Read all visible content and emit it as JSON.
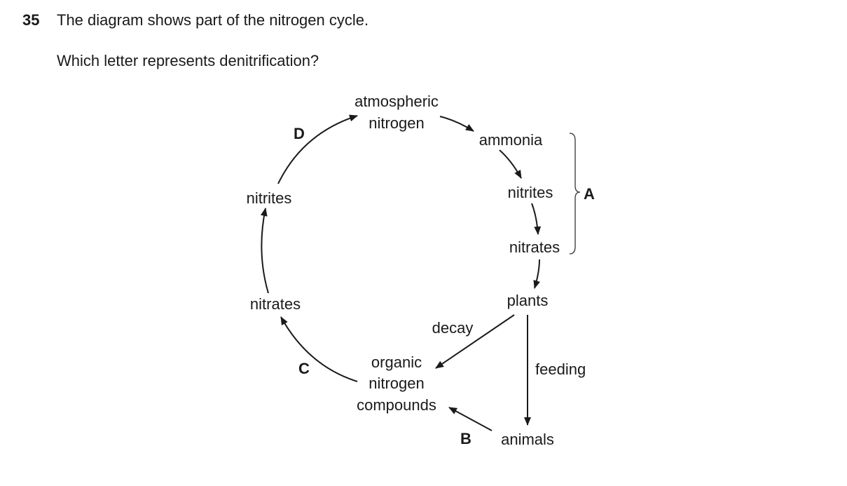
{
  "question": {
    "number": "35",
    "text": "The diagram shows part of the nitrogen cycle.",
    "prompt": "Which letter represents denitrification?"
  },
  "diagram": {
    "nodes": {
      "atmospheric_nitrogen_line1": "atmospheric",
      "atmospheric_nitrogen_line2": "nitrogen",
      "ammonia": "ammonia",
      "nitrites_right": "nitrites",
      "nitrates_right": "nitrates",
      "plants": "plants",
      "animals": "animals",
      "organic_line1": "organic",
      "organic_line2": "nitrogen",
      "organic_line3": "compounds",
      "nitrates_left": "nitrates",
      "nitrites_left": "nitrites"
    },
    "edge_labels": {
      "decay": "decay",
      "feeding": "feeding"
    },
    "letters": {
      "A": "A",
      "B": "B",
      "C": "C",
      "D": "D"
    }
  }
}
